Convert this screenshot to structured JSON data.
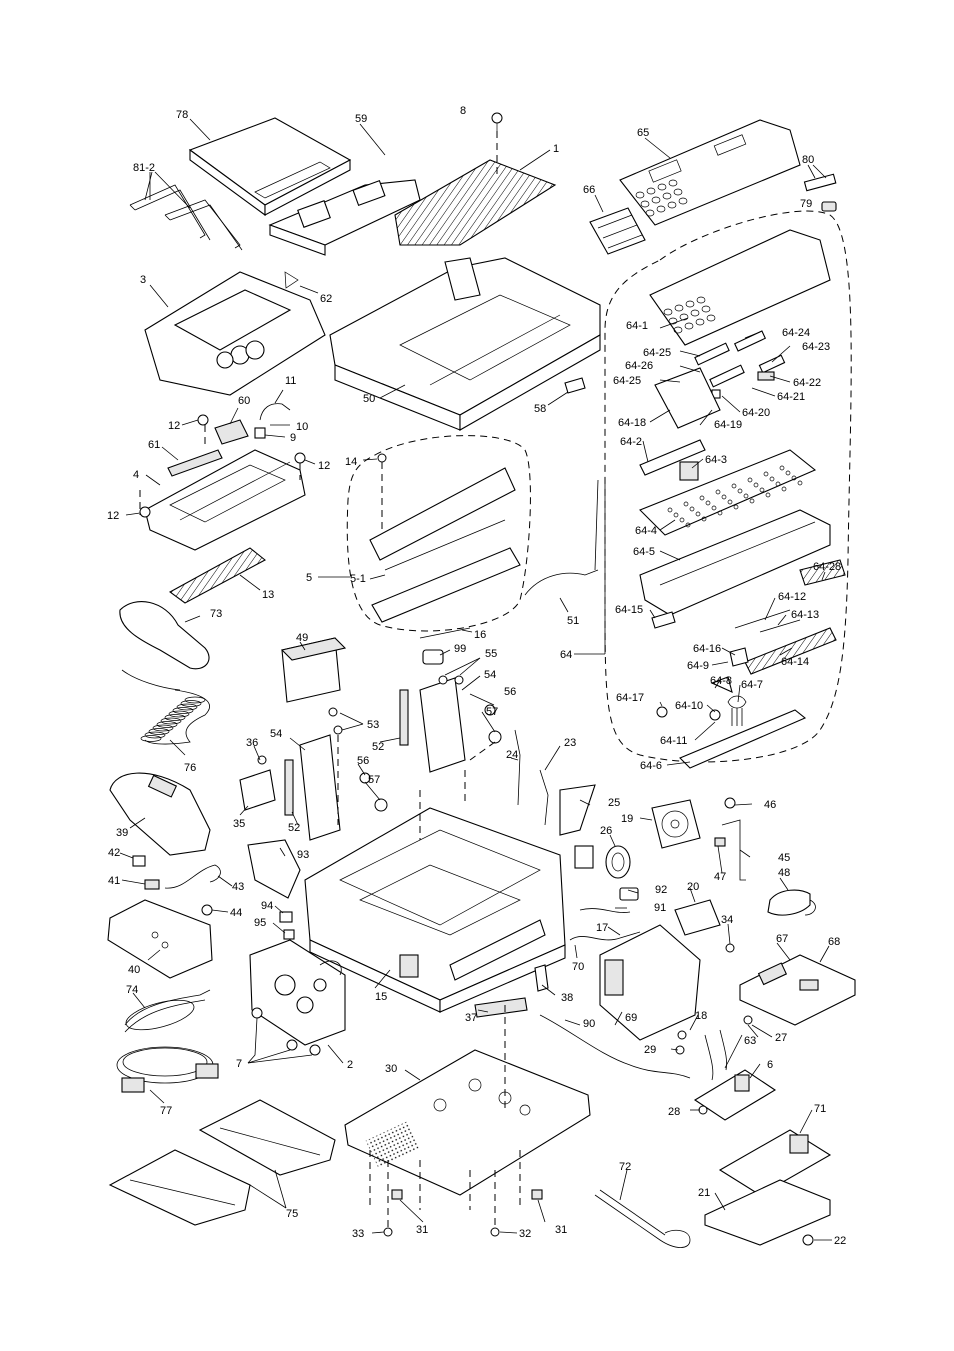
{
  "labels": {
    "p78": "78",
    "p59": "59",
    "p8": "8",
    "p1": "1",
    "p65": "65",
    "p80": "80",
    "p79": "79",
    "p81_2": "81-2",
    "p66": "66",
    "p3": "3",
    "p62": "62",
    "p50": "50",
    "p58": "58",
    "p64_1": "64-1",
    "p64_24": "64-24",
    "p64_25a": "64-25",
    "p64_23": "64-23",
    "p64_26": "64-26",
    "p64_25b": "64-25",
    "p64_22": "64-22",
    "p64_21": "64-21",
    "p64_20": "64-20",
    "p64_18": "64-18",
    "p64_19": "64-19",
    "p64_2": "64-2",
    "p64_3": "64-3",
    "p64_4": "64-4",
    "p64_5": "64-5",
    "p64_28": "64-28",
    "p64_12": "64-12",
    "p64_13": "64-13",
    "p64_15": "64-15",
    "p64_14": "64-14",
    "p64_16": "64-16",
    "p64_9": "64-9",
    "p64_8": "64-8",
    "p64_7": "64-7",
    "p64_17": "64-17",
    "p64_10": "64-10",
    "p64_11": "64-11",
    "p64_6": "64-6",
    "p64": "64",
    "p11": "11",
    "p12a": "12",
    "p60": "60",
    "p10": "10",
    "p9": "9",
    "p61": "61",
    "p14": "14",
    "p12b": "12",
    "p4": "4",
    "p12c": "12",
    "p5": "5",
    "p5_1": "5-1",
    "p13": "13",
    "p51": "51",
    "p73": "73",
    "p16": "16",
    "p49": "49",
    "p99": "99",
    "p55": "55",
    "p54a": "54",
    "p56a": "56",
    "p53": "53",
    "p57a": "57",
    "p76": "76",
    "p36": "36",
    "p54b": "54",
    "p52a": "52",
    "p56b": "56",
    "p57b": "57",
    "p24": "24",
    "p23": "23",
    "p35": "35",
    "p52b": "52",
    "p25": "25",
    "p39": "39",
    "p19": "19",
    "p46": "46",
    "p26": "26",
    "p45": "45",
    "p42": "42",
    "p93": "93",
    "p41": "41",
    "p43": "43",
    "p47": "47",
    "p48": "48",
    "p92": "92",
    "p20": "20",
    "p94": "94",
    "p44": "44",
    "p91": "91",
    "p95": "95",
    "p34": "34",
    "p67": "67",
    "p68": "68",
    "p17": "17",
    "p40": "40",
    "p70": "70",
    "p15": "15",
    "p74": "74",
    "p38": "38",
    "p37": "37",
    "p69": "69",
    "p90": "90",
    "p18": "18",
    "p27": "27",
    "p7": "7",
    "p2": "2",
    "p63": "63",
    "p29": "29",
    "p6": "6",
    "p30": "30",
    "p77": "77",
    "p28": "28",
    "p71": "71",
    "p72": "72",
    "p21": "21",
    "p75": "75",
    "p33": "33",
    "p31a": "31",
    "p32": "32",
    "p31b": "31",
    "p22": "22"
  }
}
